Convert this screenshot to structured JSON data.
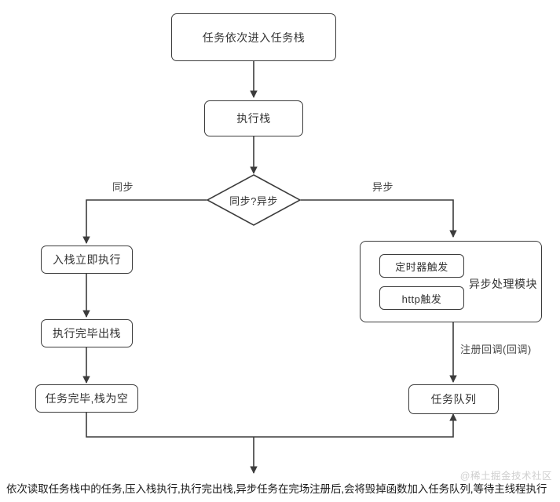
{
  "diagram": {
    "type": "flowchart",
    "title_node": "任务依次进入任务栈",
    "nodes": {
      "task_stack": "任务依次进入任务栈",
      "exec_stack": "执行栈",
      "decision": "同步?异步",
      "sync_push_exec": "入栈立即执行",
      "sync_pop": "执行完毕出栈",
      "sync_done": "任务完毕,栈为空",
      "async_module": "异步处理模块",
      "timer_trigger": "定时器触发",
      "http_trigger": "http触发",
      "task_queue": "任务队列"
    },
    "edge_labels": {
      "sync_branch": "同步",
      "async_branch": "异步",
      "register_callback": "注册回调(回调)"
    }
  },
  "caption": "依次读取任务栈中的任务,压入栈执行,执行完出栈,异步任务在完场注册后,会将毁掉函数加入任务队列,等待主线程执行",
  "watermark": "@稀土掘金技术社区",
  "colors": {
    "stroke": "#3c3c3c",
    "text": "#333333",
    "background": "#ffffff",
    "watermark": "#cfcfcf"
  }
}
